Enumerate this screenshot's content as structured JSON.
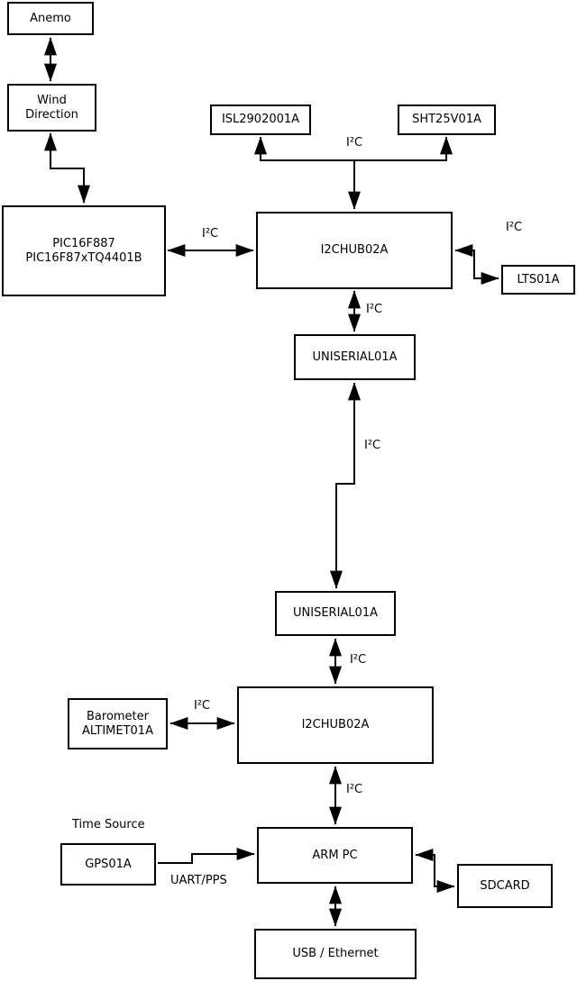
{
  "canvas": {
    "background": "#ffffff",
    "line_color": "#000000"
  },
  "nodes": {
    "anemo": {
      "label": "Anemo"
    },
    "wind_direction": {
      "line1": "Wind",
      "line2": "Direction"
    },
    "pic": {
      "line1": "PIC16F887",
      "line2": "PIC16F87xTQ4401B"
    },
    "isl2902001a": {
      "label": "ISL2902001A"
    },
    "sht25v01a": {
      "label": "SHT25V01A"
    },
    "i2chub_upper": {
      "label": "I2CHUB02A"
    },
    "lts01a": {
      "label": "LTS01A"
    },
    "uniserial_upper": {
      "label": "UNISERIAL01A"
    },
    "uniserial_lower": {
      "label": "UNISERIAL01A"
    },
    "barometer": {
      "line1": "Barometer",
      "line2": "ALTIMET01A"
    },
    "i2chub_lower": {
      "label": "I2CHUB02A"
    },
    "gps01a": {
      "label": "GPS01A"
    },
    "arm_pc": {
      "label": "ARM PC"
    },
    "sdcard": {
      "label": "SDCARD"
    },
    "usb_ethernet": {
      "label": "USB / Ethernet"
    }
  },
  "labels": {
    "bus_isl_sht": "I²C",
    "bus_pic_hub": "I²C",
    "bus_hub_lts": "I²C",
    "bus_hub_uniserial": "I²C",
    "bus_uniserial_link": "I²C",
    "bus_uniserial_hub2": "I²C",
    "bus_barometer_hub2": "I²C",
    "bus_hub2_armpc": "I²C",
    "time_source": "Time Source",
    "uart_pps": "UART/PPS"
  }
}
